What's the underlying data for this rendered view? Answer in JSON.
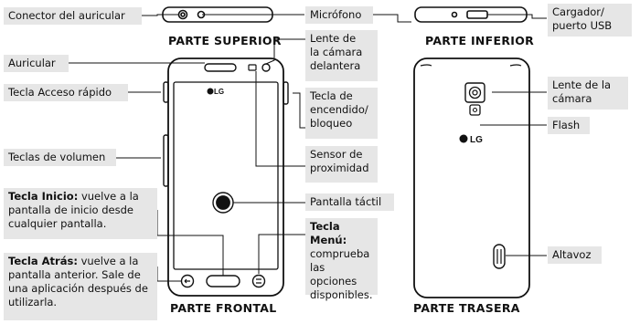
{
  "captions": {
    "top": "PARTE SUPERIOR",
    "bottom": "PARTE INFERIOR",
    "front": "PARTE FRONTAL",
    "back": "PARTE TRASERA"
  },
  "labels": {
    "headset": "Conector del auricular",
    "mic": "Micrófono",
    "charger": "Cargador/\npuerto USB",
    "earpiece": "Auricular",
    "front_camera": "Lente de\nla cámara\ndelantera",
    "quick_key": "Tecla Acceso rápido",
    "power_key": "Tecla de\nencendido/\nbloqueo",
    "volume_keys": "Teclas de volumen",
    "proximity": "Sensor de\nproximidad",
    "touch_screen": "Pantalla táctil",
    "camera_lens": "Lente de la\ncámara",
    "flash": "Flash",
    "speaker": "Altavoz",
    "home_key_title": "Tecla Inicio:",
    "home_key_desc": " vuelve a la pantalla de inicio desde cualquier pantalla.",
    "back_key_title": "Tecla Atrás:",
    "back_key_desc": " vuelve a la pantalla anterior. Sale de una aplicación después de utilizarla.",
    "menu_key_title": "Tecla Menú:",
    "menu_key_desc": " comprueba las opciones disponibles."
  },
  "logos": {
    "front": "LG",
    "back": "LG"
  }
}
